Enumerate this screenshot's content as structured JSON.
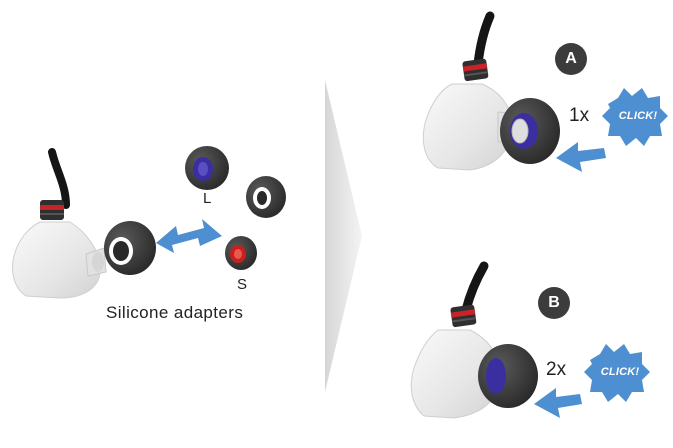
{
  "left_panel": {
    "caption": "Silicone adapters",
    "size_large": "L",
    "size_small": "S"
  },
  "step_a": {
    "badge": "A",
    "count": "1x",
    "sound": "CLICK!"
  },
  "step_b": {
    "badge": "B",
    "count": "2x",
    "sound": "CLICK!"
  },
  "colors": {
    "arrow": "#4d8fd0",
    "burst": "#4d8fd0",
    "tip": "#3d3d3d",
    "bore_large": "#3b2ea0",
    "bore_small": "#c8201e",
    "housing": "#eeeeee",
    "cable": "#151515",
    "collar_red": "#c9232a"
  }
}
